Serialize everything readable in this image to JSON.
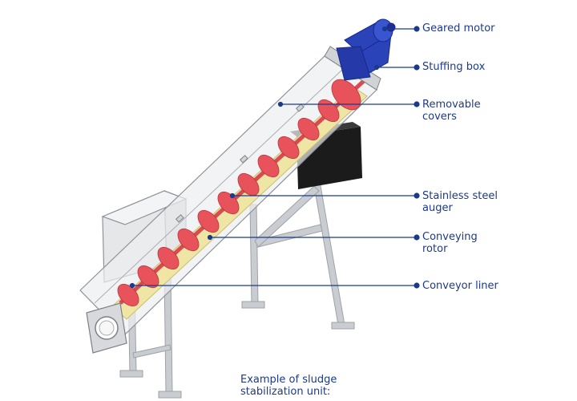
{
  "colors": {
    "label": "#1d3a8a",
    "leader": "#1d3a8a",
    "auger": "#e8525a",
    "liner": "#efe6a6",
    "motor": "#2b43b8",
    "frame": "#b9bcc0",
    "housing": "#e9eaec",
    "box": "#1b1b1b"
  },
  "labels": {
    "geared_motor": "Geared motor",
    "stuffing_box": "Stuffing box",
    "removable_covers_1": "Removable",
    "removable_covers_2": "covers",
    "auger_1": "Stainless steel",
    "auger_2": "auger",
    "rotor_1": "Conveying",
    "rotor_2": "rotor",
    "liner": "Conveyor liner"
  },
  "caption": {
    "line1": "Example of sludge",
    "line2": "stabilization unit:"
  },
  "icons": [
    "geared-motor-icon",
    "flange-inlet-icon"
  ]
}
